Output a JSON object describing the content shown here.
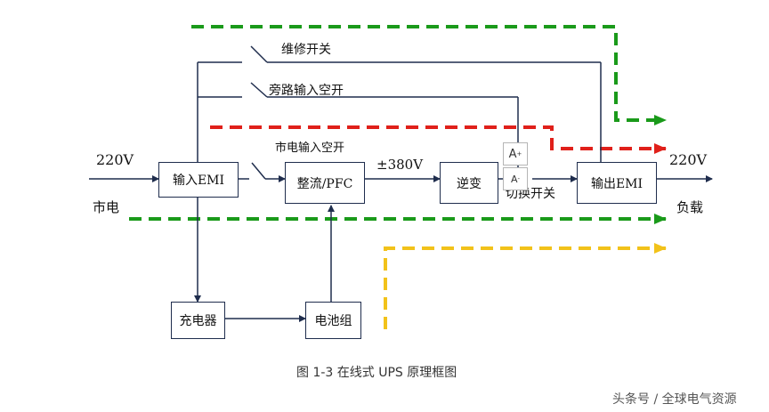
{
  "boxes": {
    "input_emi": "输入EMI",
    "rectifier": "整流/PFC",
    "inverter": "逆变",
    "output_emi": "输出EMI",
    "charger": "充电器",
    "battery": "电池组"
  },
  "labels": {
    "input_voltage": "220V",
    "mains": "市电",
    "maintenance_switch": "维修开关",
    "bypass_switch": "旁路输入空开",
    "mains_switch": "市电输入空开",
    "dc_bus": "±380V",
    "transfer_switch": "切换开关",
    "output_voltage": "220V",
    "load": "负载"
  },
  "caption": "图 1-3 在线式 UPS 原理框图",
  "watermark": "头条号 / 全球电气资源",
  "font_controls": {
    "increase": "A",
    "decrease": "A"
  },
  "colors": {
    "line": "#1f2d4d",
    "green_path": "#1a9a1a",
    "red_path": "#e0201a",
    "yellow_path": "#f2c21a"
  }
}
